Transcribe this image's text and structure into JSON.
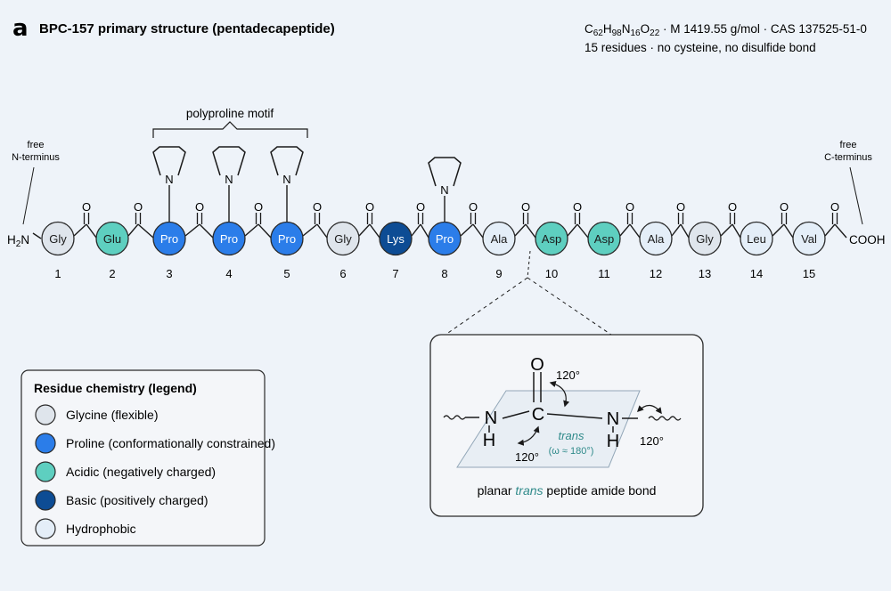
{
  "panel": "a",
  "title": "BPC-157 primary structure (pentadecapeptide)",
  "formula": {
    "C": "62",
    "H": "98",
    "N": "16",
    "O": "22",
    "rest": " · M 1419.55 g/mol · CAS 137525-51-0"
  },
  "meta_line2": "15 residues · no cysteine, no disulfide bond",
  "motif_label": "polyproline motif",
  "n_term": {
    "line1": "free",
    "line2": "N-terminus",
    "group_H": "H",
    "group_sub": "2",
    "group_N": "N"
  },
  "c_term": {
    "line1": "free",
    "line2": "C-terminus",
    "group": "COOH"
  },
  "carbonyl_O": "O",
  "ring_N": "N",
  "residues": [
    {
      "num": "1",
      "name": "Gly",
      "cls": "gly",
      "ring": false
    },
    {
      "num": "2",
      "name": "Glu",
      "cls": "acid",
      "ring": false
    },
    {
      "num": "3",
      "name": "Pro",
      "cls": "pro",
      "ring": true
    },
    {
      "num": "4",
      "name": "Pro",
      "cls": "pro",
      "ring": true
    },
    {
      "num": "5",
      "name": "Pro",
      "cls": "pro",
      "ring": true
    },
    {
      "num": "6",
      "name": "Gly",
      "cls": "gly",
      "ring": false
    },
    {
      "num": "7",
      "name": "Lys",
      "cls": "basic",
      "ring": false
    },
    {
      "num": "8",
      "name": "Pro",
      "cls": "pro",
      "ring": true
    },
    {
      "num": "9",
      "name": "Ala",
      "cls": "hydro",
      "ring": false
    },
    {
      "num": "10",
      "name": "Asp",
      "cls": "acid",
      "ring": false
    },
    {
      "num": "11",
      "name": "Asp",
      "cls": "acid",
      "ring": false
    },
    {
      "num": "12",
      "name": "Ala",
      "cls": "hydro",
      "ring": false
    },
    {
      "num": "13",
      "name": "Gly",
      "cls": "gly",
      "ring": false
    },
    {
      "num": "14",
      "name": "Leu",
      "cls": "hydro",
      "ring": false
    },
    {
      "num": "15",
      "name": "Val",
      "cls": "hydro",
      "ring": false
    }
  ],
  "colors": {
    "gly": "#dfe5ec",
    "pro": "#2b7de9",
    "acid": "#5ecfc0",
    "basic": "#0d4c94",
    "hydro": "#e4eef8",
    "ring_stroke": "#1a1a1a",
    "trans_teal": "#2f8a8a"
  },
  "legend": {
    "title": "Residue chemistry (legend)",
    "items": [
      {
        "cls": "gly",
        "label": "Glycine (flexible)"
      },
      {
        "cls": "pro",
        "label": "Proline (conformationally constrained)"
      },
      {
        "cls": "acid",
        "label": "Acidic (negatively charged)"
      },
      {
        "cls": "basic",
        "label": "Basic (positively charged)"
      },
      {
        "cls": "hydro",
        "label": "Hydrophobic"
      }
    ]
  },
  "inset": {
    "O": "O",
    "C": "C",
    "N": "N",
    "H": "H",
    "angle_top": "120°",
    "angle_left": "120°",
    "angle_right": "120°",
    "trans_word": "trans",
    "omega": "(ω ≈ 180°)",
    "caption_pre": "planar ",
    "caption_trans": "trans",
    "caption_post": " peptide amide bond"
  }
}
